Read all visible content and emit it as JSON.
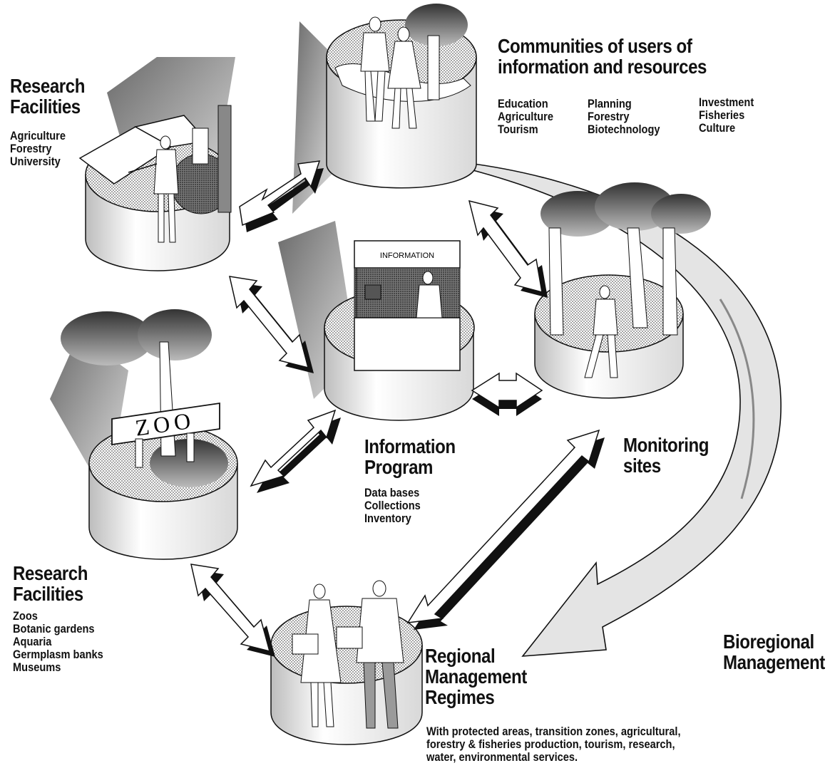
{
  "communities": {
    "title": [
      "Communities of users of",
      "information and resources"
    ],
    "col1": [
      "Education",
      "Agriculture",
      "Tourism"
    ],
    "col2": [
      "Planning",
      "Forestry",
      "Biotechnology"
    ],
    "col3": [
      "Investment",
      "Fisheries",
      "Culture"
    ]
  },
  "research_top": {
    "title": [
      "Research",
      "Facilities"
    ],
    "items": [
      "Agriculture",
      "Forestry",
      "University"
    ]
  },
  "research_bottom": {
    "title": [
      "Research",
      "Facilities"
    ],
    "items": [
      "Zoos",
      "Botanic gardens",
      "Aquaria",
      "Germplasm banks",
      "Museums"
    ]
  },
  "information_program": {
    "title": [
      "Information",
      "Program"
    ],
    "items": [
      "Data bases",
      "Collections",
      "Inventory"
    ],
    "sign": "INFORMATION"
  },
  "monitoring": {
    "title": [
      "Monitoring",
      "sites"
    ]
  },
  "regional": {
    "title": [
      "Regional",
      "Management",
      "Regimes"
    ],
    "desc": [
      "With protected areas, transition zones, agricultural,",
      "forestry & fisheries production, tourism, research,",
      "water, environmental services."
    ]
  },
  "bioregional": {
    "title": [
      "Bioregional",
      "Management"
    ]
  },
  "zoo_sign": "ZOO",
  "colors": {
    "ink": "#111111",
    "shade": "#9a9a9a",
    "dark": "#3a3a3a",
    "paper": "#ffffff"
  }
}
